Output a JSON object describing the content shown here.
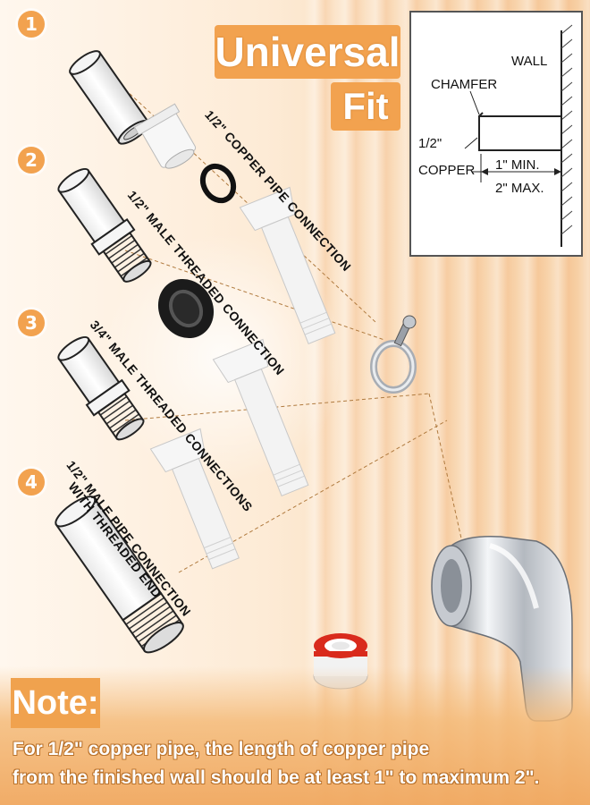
{
  "title": {
    "line1": "Universal",
    "line2": "Fit"
  },
  "steps": [
    "1",
    "2",
    "3",
    "4"
  ],
  "labels": {
    "copper_pipe": "1/2\" COPPER PIPE CONNECTION",
    "male_threaded_half": "1/2\" MALE THREADED CONNECTION",
    "male_threaded_three_quarter": "3/4\" MALE THREADED CONNECTIONS",
    "male_pipe_line1": "1/2\" MALE PIPE CONNECTION",
    "male_pipe_line2": "WITH THREADED END"
  },
  "diagram": {
    "wall": "WALL",
    "chamfer": "CHAMFER",
    "size": "1/2\"",
    "copper": "COPPER",
    "min": "1\" MIN.",
    "max": "2\" MAX."
  },
  "note": {
    "title": "Note:",
    "line1": "For 1/2\" copper pipe, the length of copper pipe",
    "line2": "from the finished wall should be at least 1\" to maximum 2\"."
  },
  "colors": {
    "accent": "#f2a24f",
    "tape_red": "#d92a1c",
    "chrome": "#c9ccd1"
  }
}
